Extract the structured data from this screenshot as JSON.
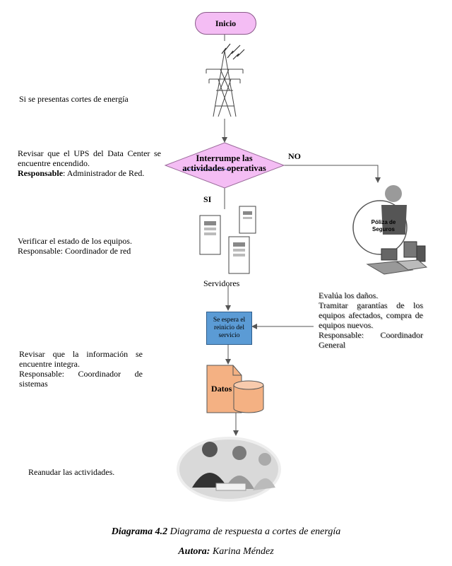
{
  "flow": {
    "start": "Inicio",
    "decision": "Interrumpe las actividades operativas",
    "yes_label": "SI",
    "no_label": "NO",
    "servers_label": "Servidores",
    "wait_box": "Se espera el reinicio del servicio",
    "data_label": "Datos",
    "policy_label": "Póliza de Seguros"
  },
  "notes": {
    "power_cut": "Si se presentas cortes de energía",
    "ups_check": "Revisar que el UPS del Data Center se encuentre encendido.",
    "ups_resp_key": "Responsable",
    "ups_resp_val": ": Administrador de Red.",
    "equip_check": "Verificar el estado de los equipos.",
    "equip_resp": "Responsable: Coordinador de red",
    "info_check": "Revisar que la información se encuentre integra.",
    "info_resp": "Responsable: Coordinador de sistemas",
    "resume": "Reanudar las actividades.",
    "evaluate": "Evalúa los daños.",
    "process_warranty": "Tramitar garantías de los equipos afectados, compra de equipos nuevos.",
    "policy_resp": "Responsable: Coordinador General"
  },
  "caption": {
    "diagram_prefix": "Diagrama 4.2",
    "diagram_title": " Diagrama de respuesta a cortes de energía",
    "author_prefix": "Autora:",
    "author_name": " Karina Méndez"
  },
  "colors": {
    "start_fill": "#f4bdf4",
    "decision_fill": "#f4bdf4",
    "process_fill": "#5b9bd5",
    "data_fill": "#f4b183"
  }
}
